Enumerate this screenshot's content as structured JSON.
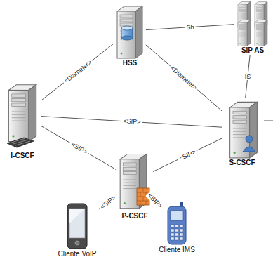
{
  "diagram": {
    "nodes": [
      {
        "text": [
          "HSS"
        ]
      },
      {
        "text": [
          "SIP AS"
        ]
      },
      {
        "text": [
          "I-CSCF"
        ]
      },
      {
        "text": [
          "S-CSCF"
        ]
      },
      {
        "text": [
          "P-CSCF"
        ]
      },
      {
        "text": [
          "Cliente VoIP"
        ]
      },
      {
        "text": [
          "Cliente IMS"
        ]
      }
    ],
    "edges": [
      {
        "from": 2,
        "to": 0,
        "label": "<Diameter>",
        "arrow": "none"
      },
      {
        "from": 0,
        "to": 3,
        "label": "<Diameter>",
        "arrow": "none"
      },
      {
        "from": 0,
        "to": 1,
        "label": "Sh",
        "arrow": "none"
      },
      {
        "from": 2,
        "to": 3,
        "label": "<SIP>",
        "arrow": "none"
      },
      {
        "from": 2,
        "to": 4,
        "label": "<SIP>",
        "arrow": "none"
      },
      {
        "from": 4,
        "to": 3,
        "label": "<SIP>",
        "arrow": "none"
      },
      {
        "from": 4,
        "to": 5,
        "label": "<SIP>",
        "arrow": "none"
      },
      {
        "from": 4,
        "to": 6,
        "label": "<SIP>",
        "arrow": "none"
      },
      {
        "from": 3,
        "to": 1,
        "label": "IS",
        "arrow": "none"
      }
    ]
  }
}
